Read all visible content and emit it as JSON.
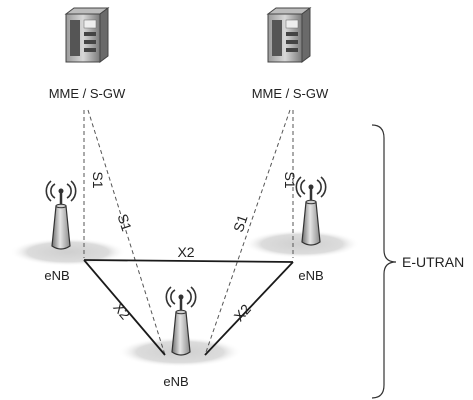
{
  "diagram": {
    "nodes": {
      "mme_left": "MME / S-GW",
      "mme_right": "MME / S-GW",
      "enb_left": "eNB",
      "enb_right": "eNB",
      "enb_bottom": "eNB"
    },
    "links": {
      "s1_left_vertical": "S1",
      "s1_left_diagonal": "S1",
      "s1_right_diagonal": "S1",
      "s1_right_vertical": "S1",
      "x2_top": "X2",
      "x2_left": "X2",
      "x2_right": "X2"
    },
    "region": {
      "label": "E-UTRAN"
    },
    "icons": [
      "server-icon",
      "antenna-icon"
    ],
    "colors": {
      "line": "#1a1a1a",
      "dashed": "#555555",
      "shadow": "#d9d9d9"
    }
  }
}
